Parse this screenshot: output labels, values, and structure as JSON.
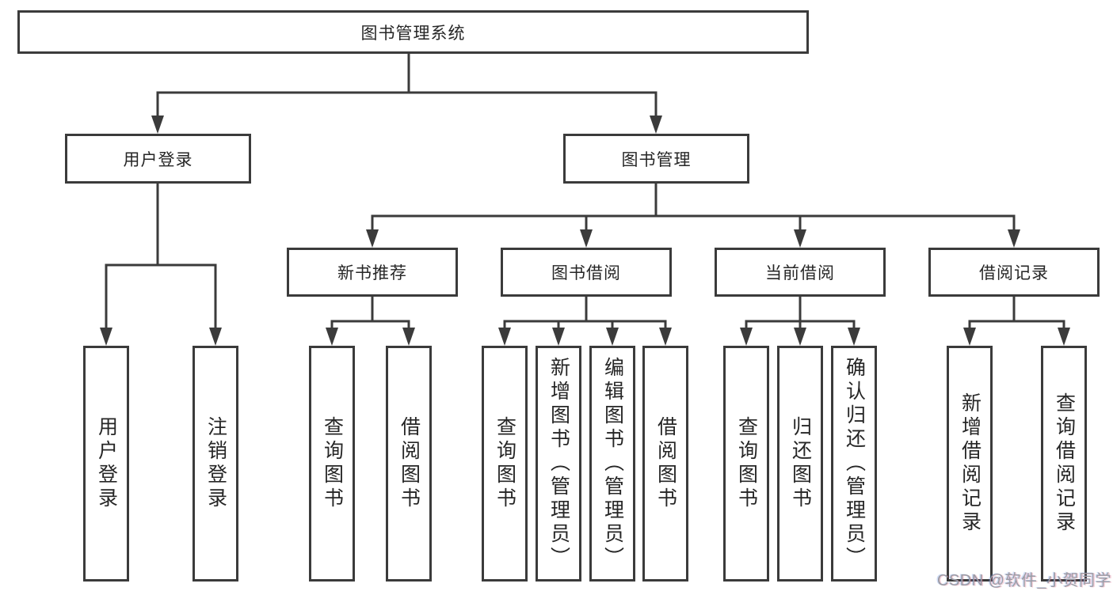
{
  "diagram": {
    "title_node": {
      "label": "图书管理系统"
    },
    "level2": [
      {
        "label": "用户登录"
      },
      {
        "label": "图书管理"
      }
    ],
    "level3": [
      {
        "label": "新书推荐"
      },
      {
        "label": "图书借阅"
      },
      {
        "label": "当前借阅"
      },
      {
        "label": "借阅记录"
      }
    ],
    "leaves": {
      "user_login": [
        {
          "label": "用户登录"
        },
        {
          "label": "注销登录"
        }
      ],
      "new_book_recommend": [
        {
          "label": "查询图书"
        },
        {
          "label": "借阅图书"
        }
      ],
      "book_borrow": [
        {
          "label": "查询图书"
        },
        {
          "label": "新增图书（管理员）"
        },
        {
          "label": "编辑图书（管理员）"
        },
        {
          "label": "借阅图书"
        }
      ],
      "current_borrow": [
        {
          "label": "查询图书"
        },
        {
          "label": "归还图书"
        },
        {
          "label": "确认归还（管理员）"
        }
      ],
      "borrow_records": [
        {
          "label": "新增借阅记录"
        },
        {
          "label": "查询借阅记录"
        }
      ]
    },
    "colors": {
      "line": "#3b3b3b",
      "text": "#262626",
      "background": "#ffffff",
      "watermark": "#9b9ca4"
    }
  },
  "watermark": {
    "text": "CSDN @软件_小贺同学"
  }
}
